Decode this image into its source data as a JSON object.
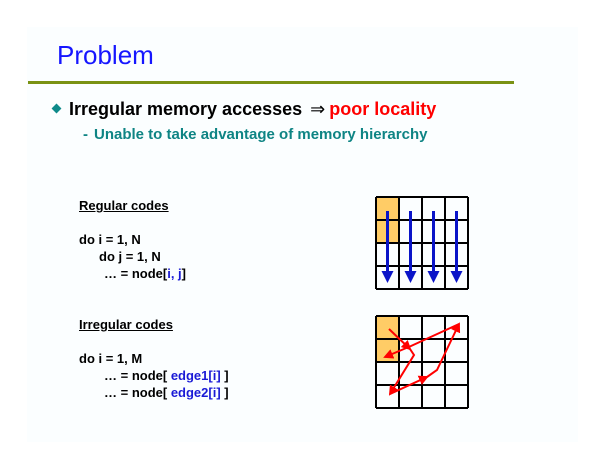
{
  "slide": {
    "title": "Problem",
    "bullet": {
      "text": "Irregular memory accesses",
      "implies_symbol": "⇒",
      "consequence": "poor locality",
      "sub_bullet_marker": "-",
      "sub_bullet": "Unable to take advantage of memory hierarchy"
    },
    "regular": {
      "heading": "Regular codes",
      "lines": [
        {
          "pre": "do i = 1, N",
          "hl": "",
          "post": ""
        },
        {
          "pre": "do j = 1, N",
          "hl": "",
          "post": ""
        },
        {
          "pre": "… = node[",
          "hl": "i, j",
          "post": "]"
        }
      ]
    },
    "irregular": {
      "heading": "Irregular codes",
      "lines": [
        {
          "pre": "do i = 1, M",
          "hl": "",
          "post": ""
        },
        {
          "pre": "… = node[ ",
          "hl": "edge1[i]",
          "post": " ]"
        },
        {
          "pre": "… = node[ ",
          "hl": "edge2[i]",
          "post": " ]"
        }
      ]
    },
    "diagrams": {
      "grid_rows": 4,
      "grid_cols": 4,
      "highlight_color": "#ffcc66",
      "regular_arrow_color": "#0a14c8",
      "irregular_arrow_color": "#ff0000",
      "regular_highlighted_cells": [
        [
          0,
          0
        ],
        [
          1,
          0
        ]
      ],
      "irregular_highlighted_cells": [
        [
          0,
          0
        ],
        [
          1,
          0
        ]
      ]
    },
    "colors": {
      "title": "#1616ff",
      "divider": "#7a9214",
      "bullet": "#0e8a8a",
      "consequence": "#ff0000",
      "sub_bullet": "#0e8484",
      "highlight_text": "#1a1ad6"
    }
  }
}
